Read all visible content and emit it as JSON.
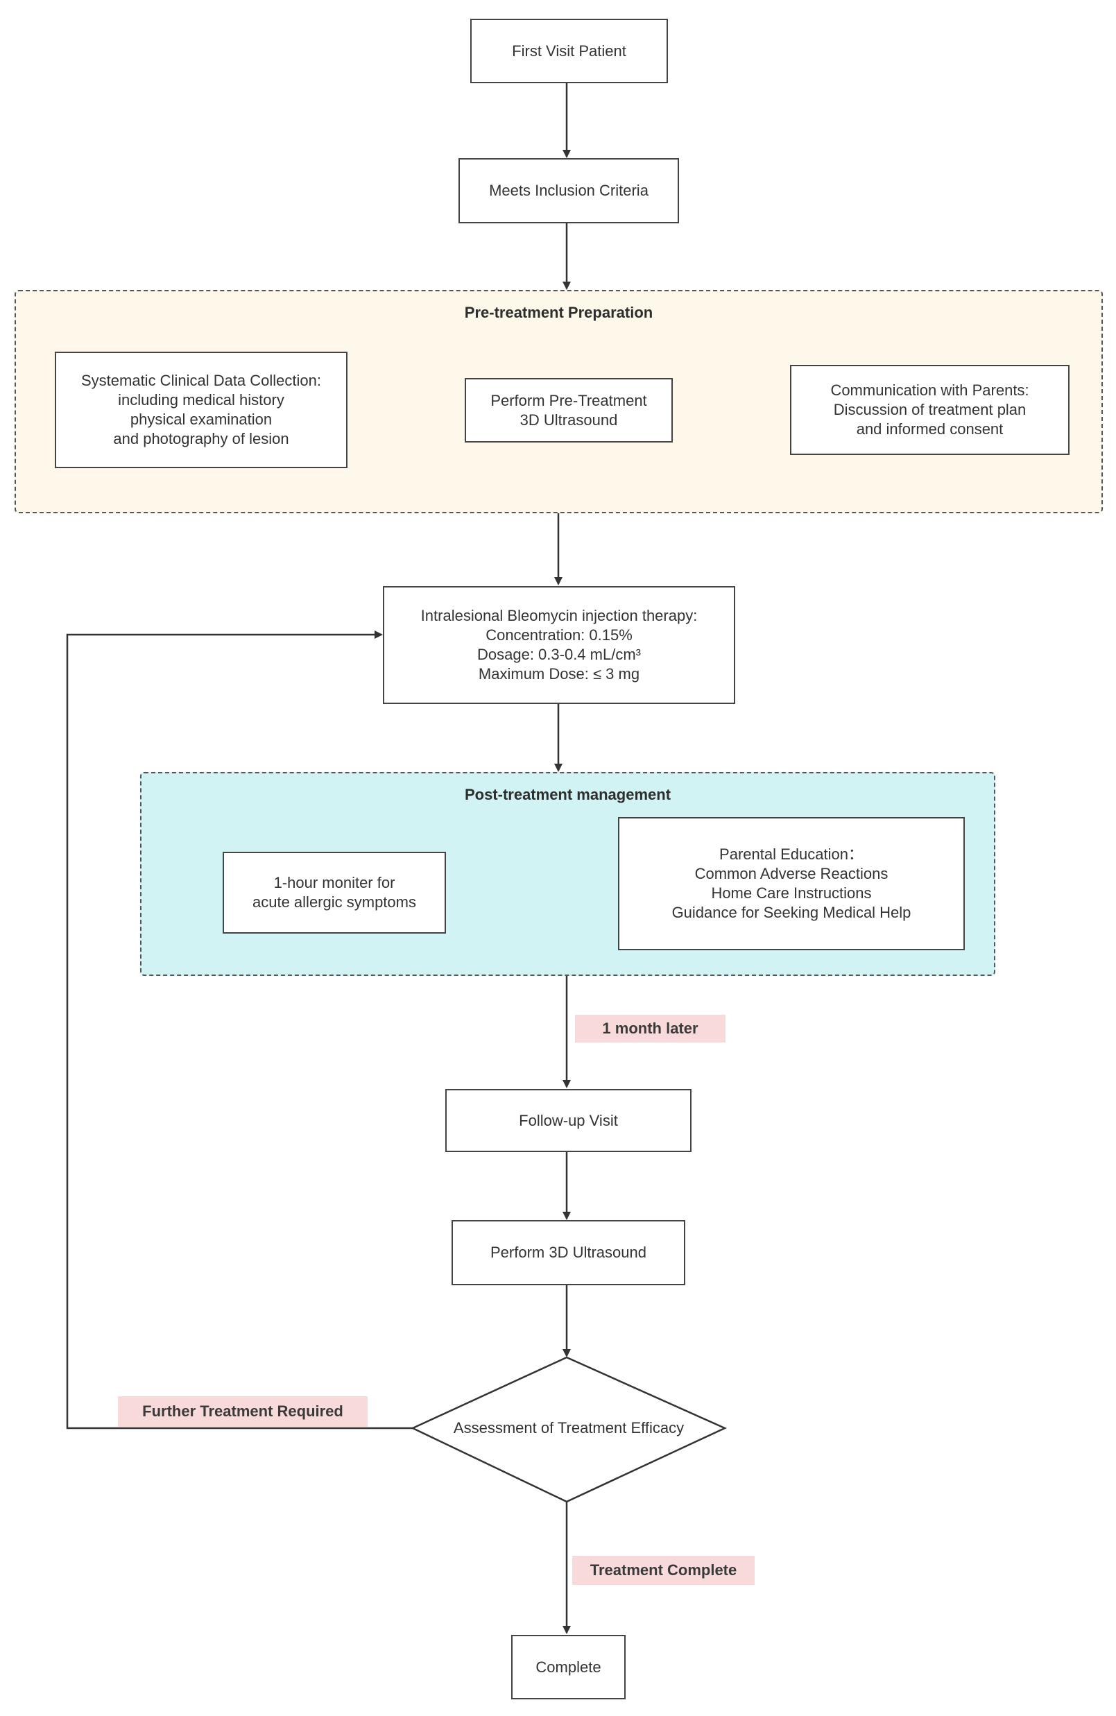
{
  "nodes": {
    "first_visit": "First Visit Patient",
    "inclusion": "Meets Inclusion Criteria",
    "clinical_data": "Systematic Clinical Data Collection:\nincluding medical history\nphysical examination\nand photography of lesion",
    "pre_ultrasound": "Perform Pre-Treatment\n3D Ultrasound",
    "parents": "Communication with Parents:\nDiscussion of treatment plan\nand informed consent",
    "injection": "Intralesional Bleomycin injection therapy:\nConcentration: 0.15%\nDosage: 0.3-0.4 mL/cm³\nMaximum Dose: ≤ 3 mg",
    "monitor": "1-hour moniter for\nacute allergic symptoms",
    "education": "Parental Education：\nCommon Adverse Reactions\nHome Care Instructions\nGuidance for Seeking Medical Help",
    "followup": "Follow-up Visit",
    "ultrasound": "Perform 3D Ultrasound",
    "assessment": "Assessment of Treatment Efficacy",
    "complete": "Complete"
  },
  "groups": {
    "pre": "Pre-treatment Preparation",
    "post": "Post-treatment management"
  },
  "edge_labels": {
    "month_later": "1 month later",
    "further": "Further Treatment Required",
    "done": "Treatment Complete"
  },
  "colors": {
    "pre_group_fill": "#fdf8ea",
    "post_group_fill": "#d2f3f3",
    "label_fill": "#f9dada",
    "line": "#333333"
  }
}
